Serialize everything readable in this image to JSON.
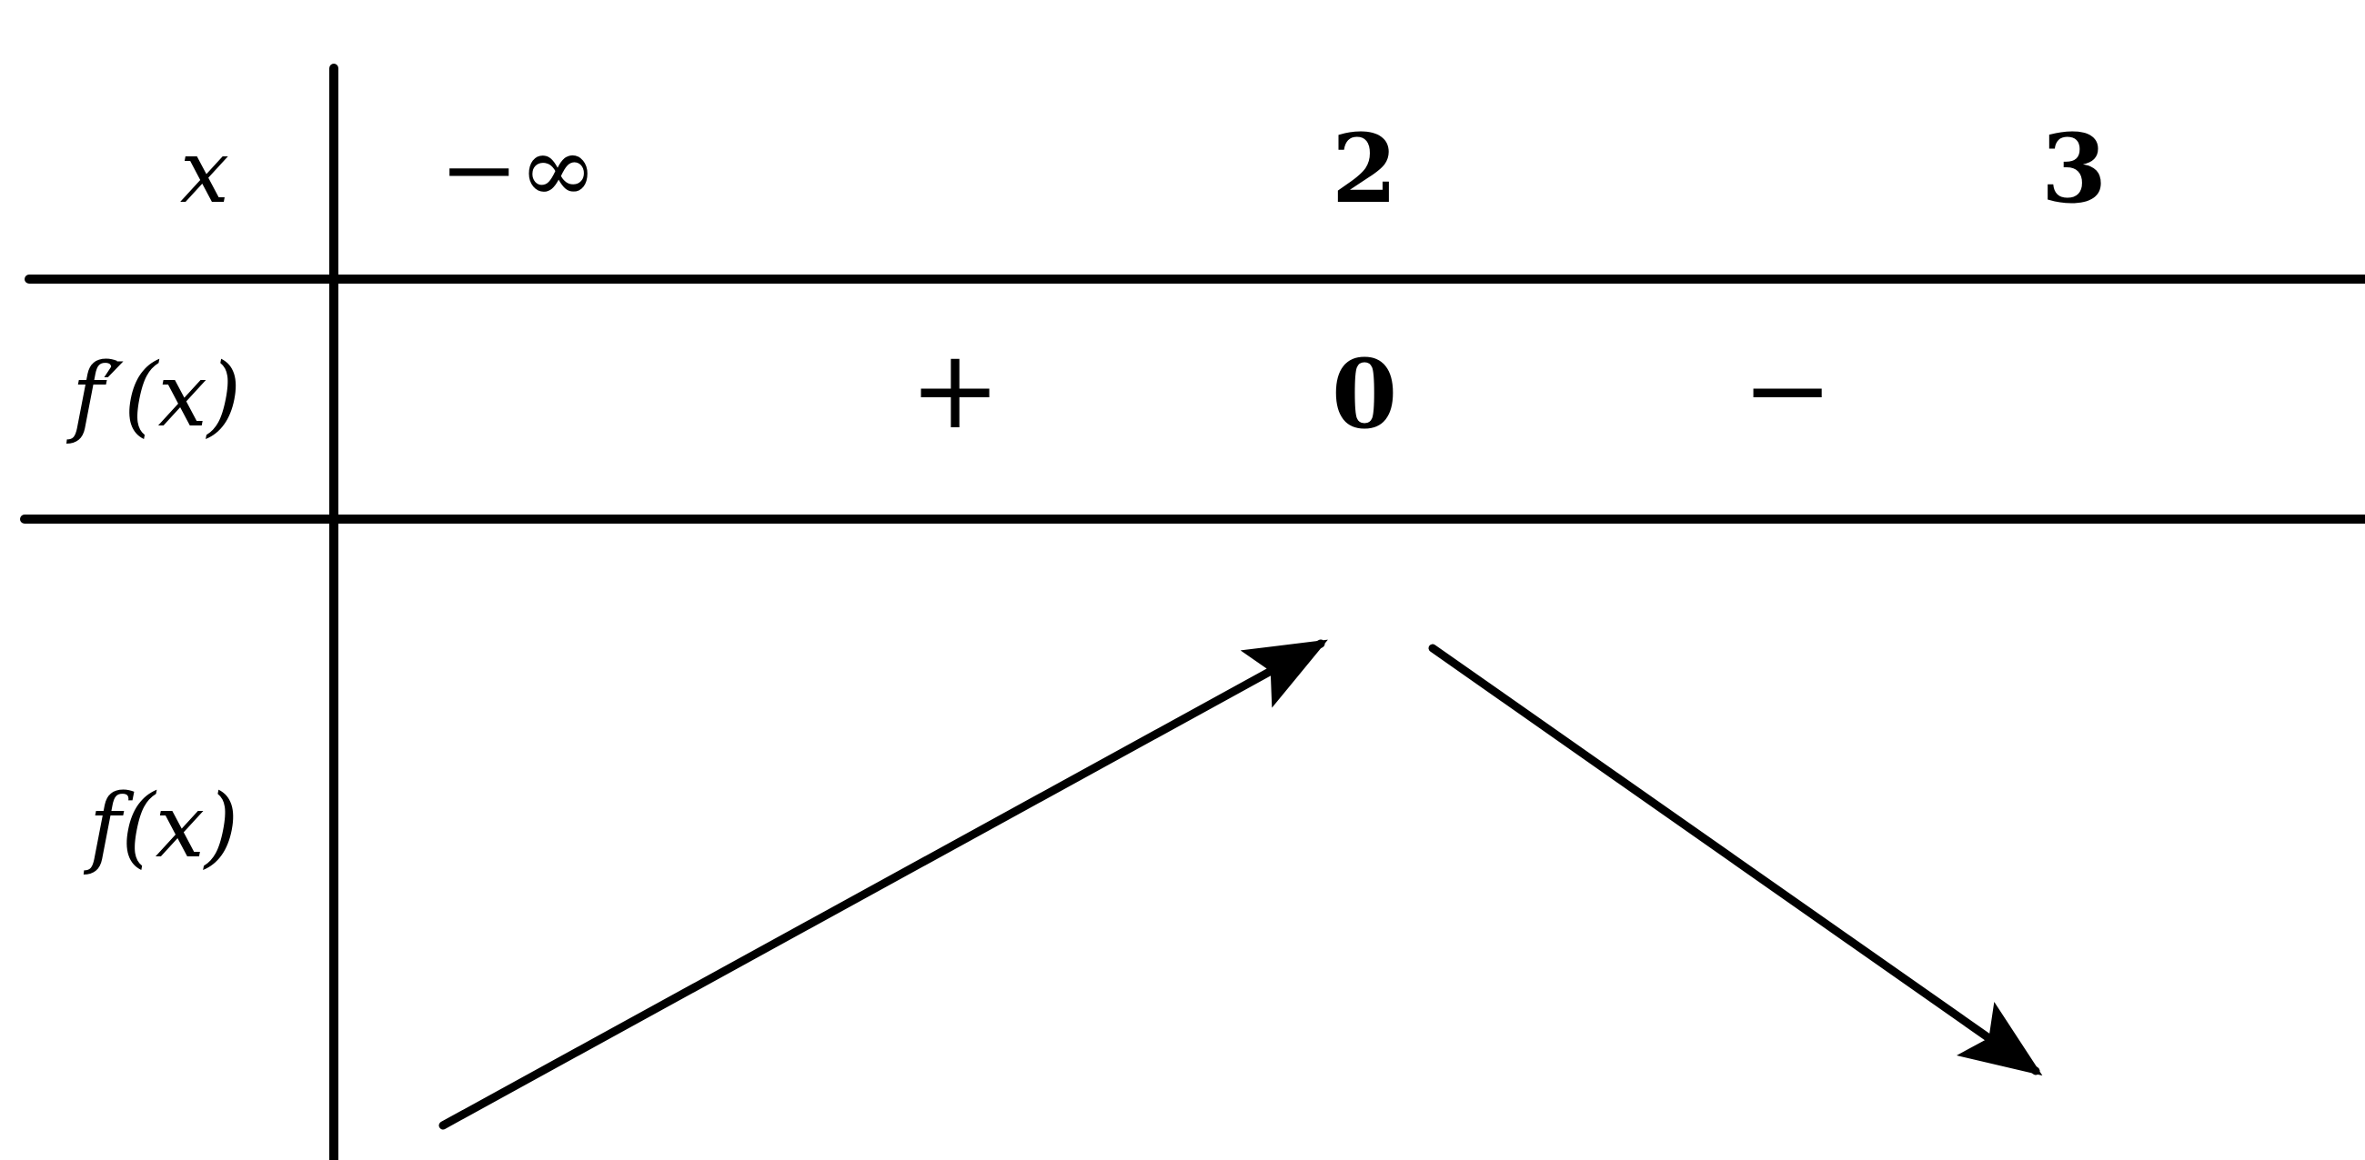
{
  "variation_table": {
    "row_labels": {
      "x": "x",
      "derivative": "f′(x)",
      "function": "f(x)"
    },
    "x_values": [
      "−∞",
      "2",
      "3"
    ],
    "sign_row": {
      "sign_before_2": "+",
      "value_at_2": "0",
      "sign_after_2": "−"
    },
    "variations": [
      {
        "from": "−∞",
        "to": "2",
        "direction": "increasing"
      },
      {
        "from": "2",
        "to": "3",
        "direction": "decreasing"
      }
    ]
  },
  "colors": {
    "line": "#000000",
    "background": "#ffffff"
  }
}
